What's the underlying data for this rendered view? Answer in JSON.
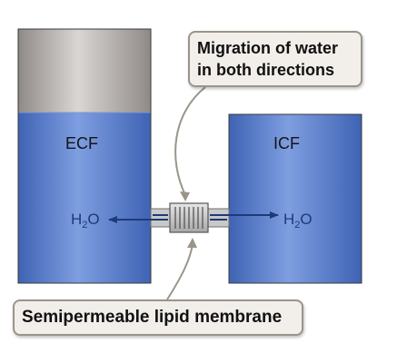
{
  "ecf_label": "ECF",
  "icf_label": "ICF",
  "water_left": {
    "base": "H",
    "sub": "2",
    "tail": "O"
  },
  "water_right": {
    "base": "H",
    "sub": "2",
    "tail": "O"
  },
  "callout_water": {
    "line1": "Migration of water",
    "line2": "in both directions"
  },
  "callout_membrane": "Semipermeable lipid membrane",
  "colors": {
    "water_blue": "#5d7fc9",
    "arrow_navy": "#1e3a78",
    "callout_bg": "#f2efea",
    "tank_top_gray": "#c4bfbc"
  }
}
